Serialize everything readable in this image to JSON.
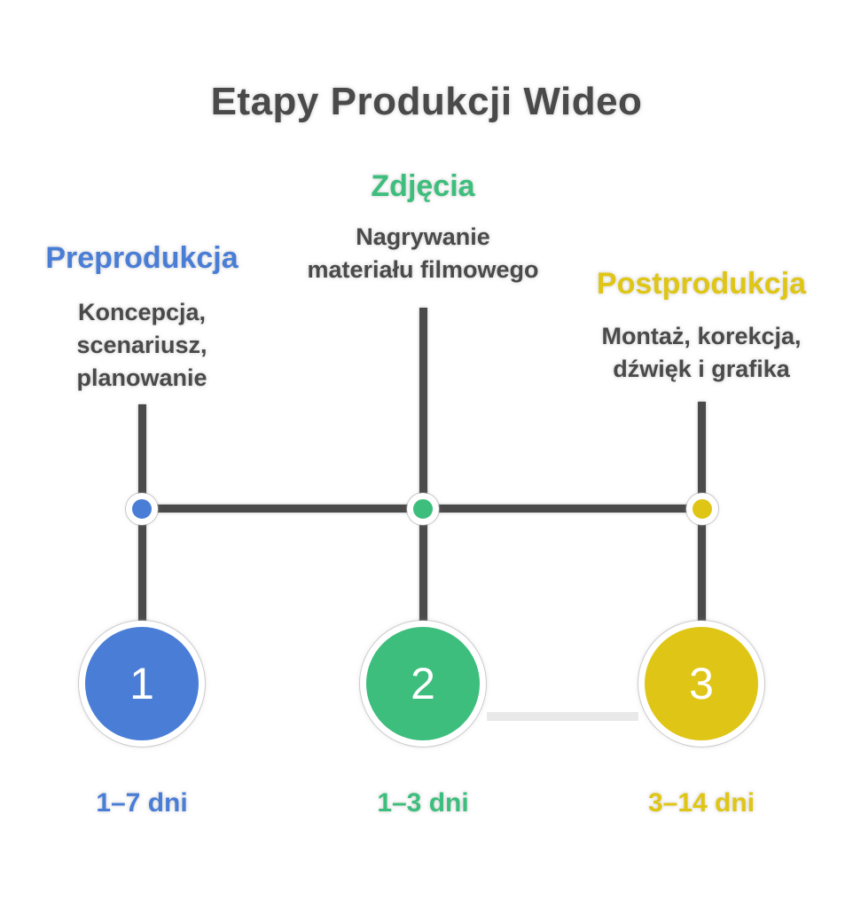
{
  "title": "Etapy Produkcji Wideo",
  "colors": {
    "blue": "#4a7ed6",
    "green": "#3dbe7d",
    "yellow": "#dfc616",
    "dark_text": "#4a4a4a",
    "timeline_line": "#4a4a4a",
    "connector_light": "#e9e9e9",
    "circle_number": "#ffffff"
  },
  "stages": [
    {
      "number": "1",
      "name": "Preprodukcja",
      "color": "#4a7ed6",
      "description_lines": [
        "Koncepcja,",
        "scenariusz,",
        "planowanie"
      ],
      "duration": "1–7 dni"
    },
    {
      "number": "2",
      "name": "Zdjęcia",
      "color": "#3dbe7d",
      "description_lines": [
        "Nagrywanie",
        "materiału filmowego"
      ],
      "duration": "1–3 dni"
    },
    {
      "number": "3",
      "name": "Postprodukcja",
      "color": "#dfc616",
      "description_lines": [
        "Montaż, korekcja,",
        "dźwięk i grafika"
      ],
      "duration": "3–14 dni"
    }
  ]
}
